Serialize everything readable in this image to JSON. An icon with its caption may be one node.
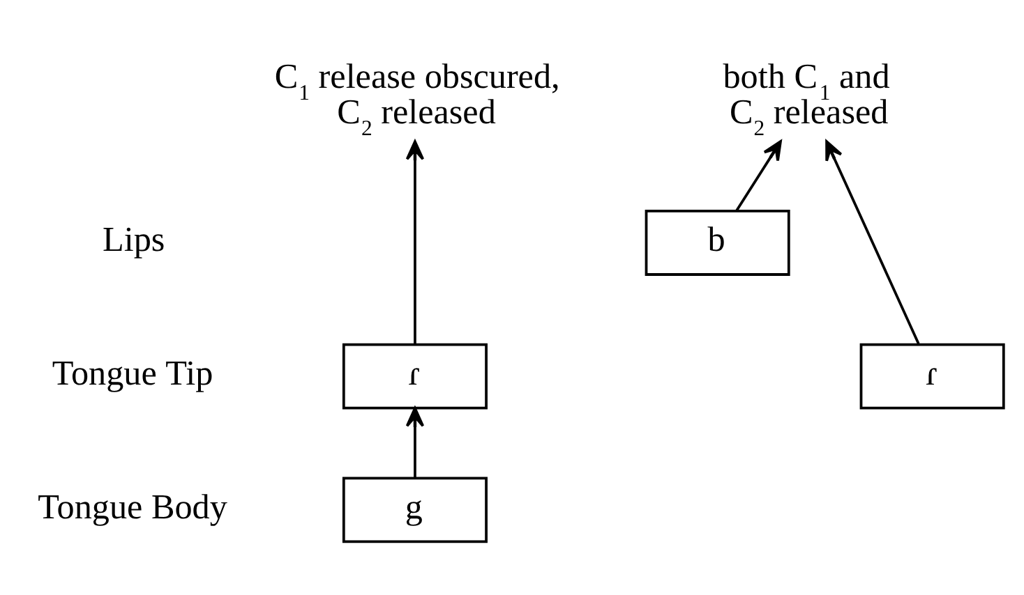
{
  "diagram": {
    "nodes": [
      {
        "text": [
          "C$_{1}$ release obscured, C$_{2}$ released"
        ]
      },
      {
        "text": [
          "both C$_{1}$ and C$_{2}$ released"
        ]
      },
      {
        "text": [
          "b"
        ]
      },
      {
        "text": [
          "ɾ"
        ]
      },
      {
        "text": [
          "ɾ"
        ]
      },
      {
        "text": [
          "g"
        ]
      }
    ],
    "edges": [
      {
        "from": 5,
        "to": 3,
        "arrow": "to"
      },
      {
        "from": 3,
        "to": 0,
        "arrow": "to"
      },
      {
        "from": 2,
        "to": 1,
        "arrow": "to"
      },
      {
        "from": 4,
        "to": 1,
        "arrow": "to"
      }
    ],
    "labels": [
      "Lips",
      "Tongue Tip",
      "Tongue Body"
    ]
  }
}
